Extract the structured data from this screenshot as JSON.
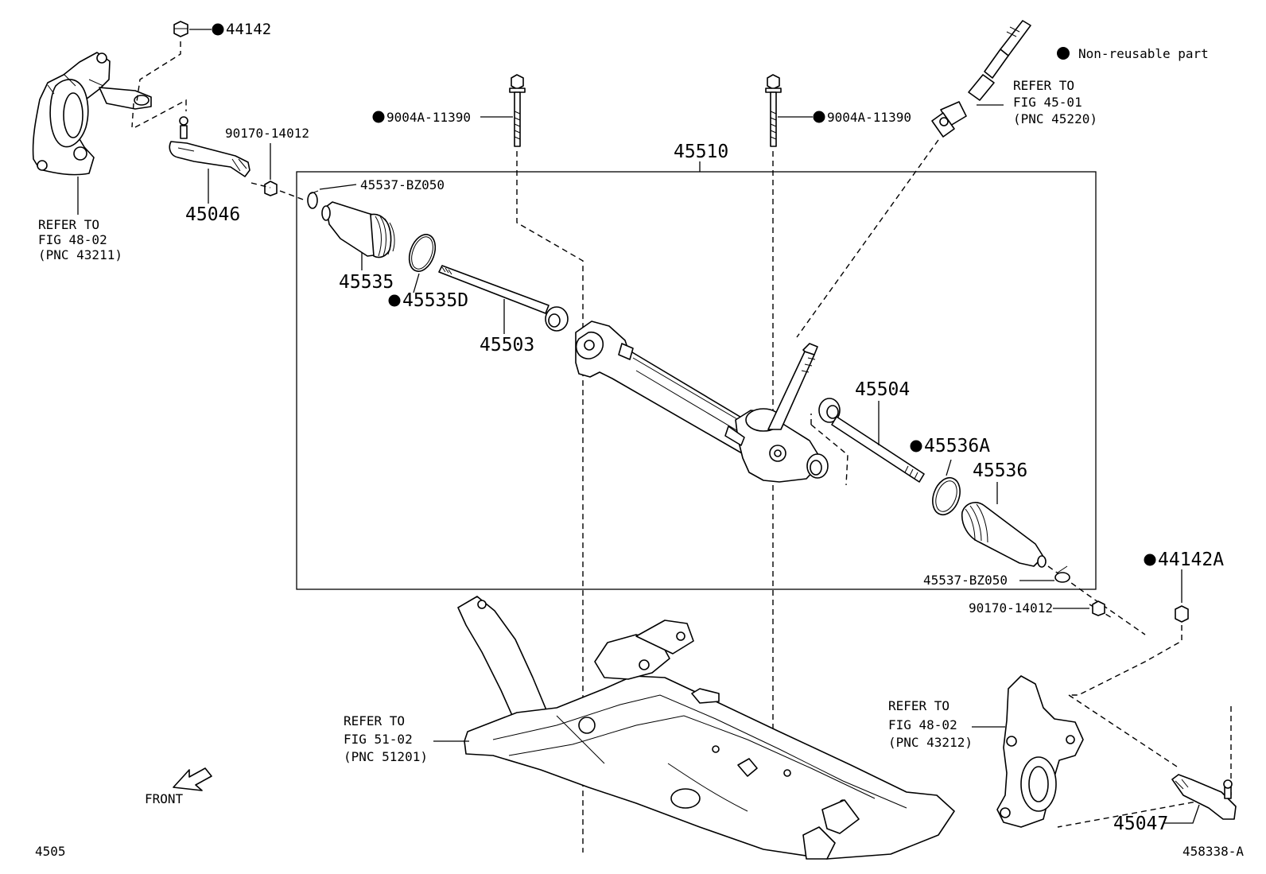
{
  "legend": {
    "text": "Non-reusable part"
  },
  "corner": {
    "left": "4505",
    "right": "458338-A"
  },
  "front_label": "FRONT",
  "frame_label": "45510",
  "parts": {
    "p44142": "44142",
    "p45046": "45046",
    "p90170a": "90170-14012",
    "p90170b": "90170-14012",
    "p9004a_left": "9004A-11390",
    "p9004a_right": "9004A-11390",
    "p45537a": "45537-BZ050",
    "p45537b": "45537-BZ050",
    "p45535": "45535",
    "p45535d": "45535D",
    "p45503": "45503",
    "p45504": "45504",
    "p45536a": "45536A",
    "p45536": "45536",
    "p44142a": "44142A",
    "p45047": "45047"
  },
  "refs": {
    "knuckle_left": [
      "REFER TO",
      "FIG 48-02",
      "(PNC 43211)"
    ],
    "steering_shaft": [
      "REFER TO",
      "FIG 45-01",
      "(PNC 45220)"
    ],
    "crossmember": [
      "REFER TO",
      "FIG 51-02",
      "(PNC 51201)"
    ],
    "knuckle_right": [
      "REFER TO",
      "FIG 48-02",
      "(PNC 43212)"
    ]
  }
}
